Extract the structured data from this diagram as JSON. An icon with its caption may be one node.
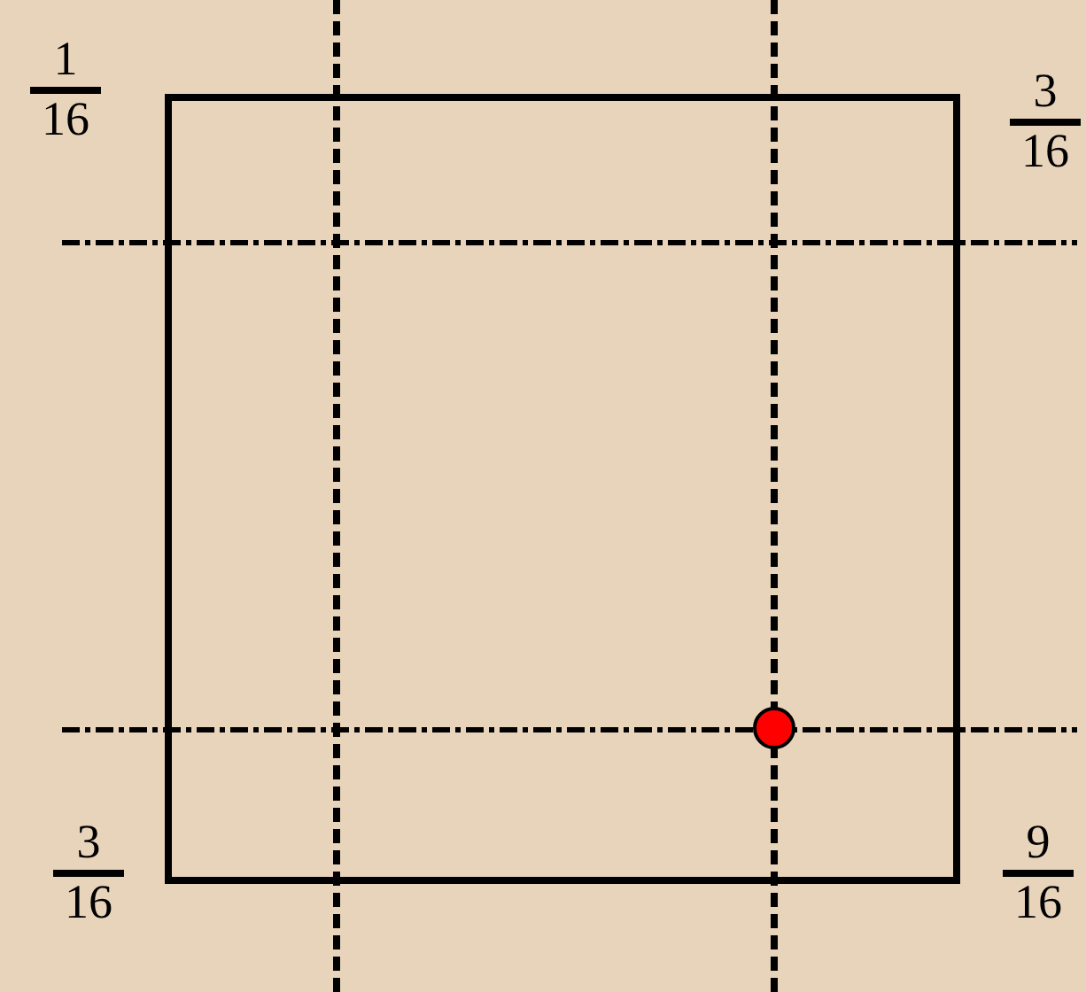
{
  "diagram": {
    "labels": [
      "1",
      "16",
      "3",
      "16",
      "3",
      "16",
      "9",
      "16"
    ]
  }
}
